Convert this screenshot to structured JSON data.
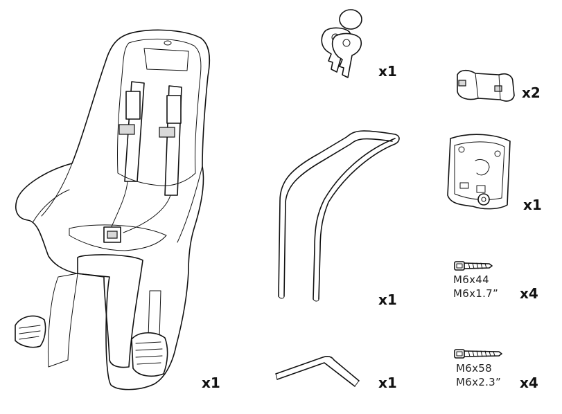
{
  "parts": [
    {
      "name": "child seat",
      "qty": "x1"
    },
    {
      "name": "keys",
      "qty": "x1"
    },
    {
      "name": "mounting bracket pair",
      "qty": "x2"
    },
    {
      "name": "lock plate",
      "qty": "x1"
    },
    {
      "name": "frame bar",
      "qty": "x1"
    },
    {
      "name": "hex key",
      "qty": "x1"
    },
    {
      "name": "short screw",
      "qty": "x4",
      "spec_metric": "M6x44",
      "spec_imperial": "M6x1.7”"
    },
    {
      "name": "long screw",
      "qty": "x4",
      "spec_metric": "M6x58",
      "spec_imperial": "M6x2.3”"
    }
  ],
  "icons": [
    "child-seat-icon",
    "key-icon",
    "bracket-icon",
    "lock-plate-icon",
    "frame-bar-icon",
    "hex-key-icon",
    "screw-icon"
  ],
  "colors": {
    "line": "#111111",
    "background": "#ffffff"
  }
}
